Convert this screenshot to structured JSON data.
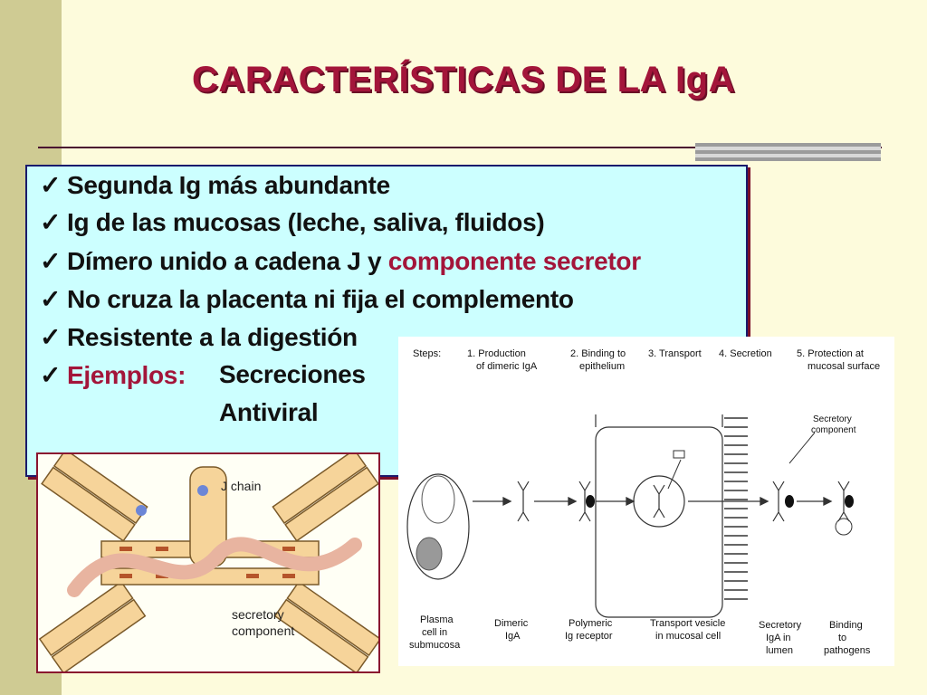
{
  "title": "CARACTERÍSTICAS DE LA IgA",
  "bullets": [
    "Segunda Ig más abundante",
    "Ig de las mucosas (leche, saliva, fluidos)",
    "Dímero unido a cadena J y",
    "No cruza la placenta ni fija el complemento",
    "Resistente a la digestión"
  ],
  "bullet3_highlight": "componente secretor",
  "examples_label": "Ejemplos:",
  "examples": [
    "Secreciones",
    "Antiviral"
  ],
  "colors": {
    "accent": "#a3153a",
    "box": "#ccffff",
    "background": "#fdfbdc"
  },
  "fig_left": {
    "jchain": "J chain",
    "secretory1": "secretory",
    "secretory2": "component"
  },
  "fig_right": {
    "steps_label": "Steps:",
    "steps": [
      [
        "1. Production",
        "of dimeric IgA"
      ],
      [
        "2. Binding to",
        "epithelium"
      ],
      [
        "3. Transport"
      ],
      [
        "4. Secretion"
      ],
      [
        "5. Protection at",
        "mucosal surface"
      ]
    ],
    "callout": [
      "Secretory",
      "component"
    ],
    "bottom": [
      [
        "Plasma",
        "cell in",
        "submucosa"
      ],
      [
        "Dimeric",
        "IgA"
      ],
      [
        "Polymeric",
        "Ig receptor"
      ],
      [
        "Transport vesicle",
        "in mucosal cell"
      ],
      [
        "Secretory",
        "IgA in",
        "lumen"
      ],
      [
        "Binding",
        "to",
        "pathogens"
      ]
    ]
  }
}
